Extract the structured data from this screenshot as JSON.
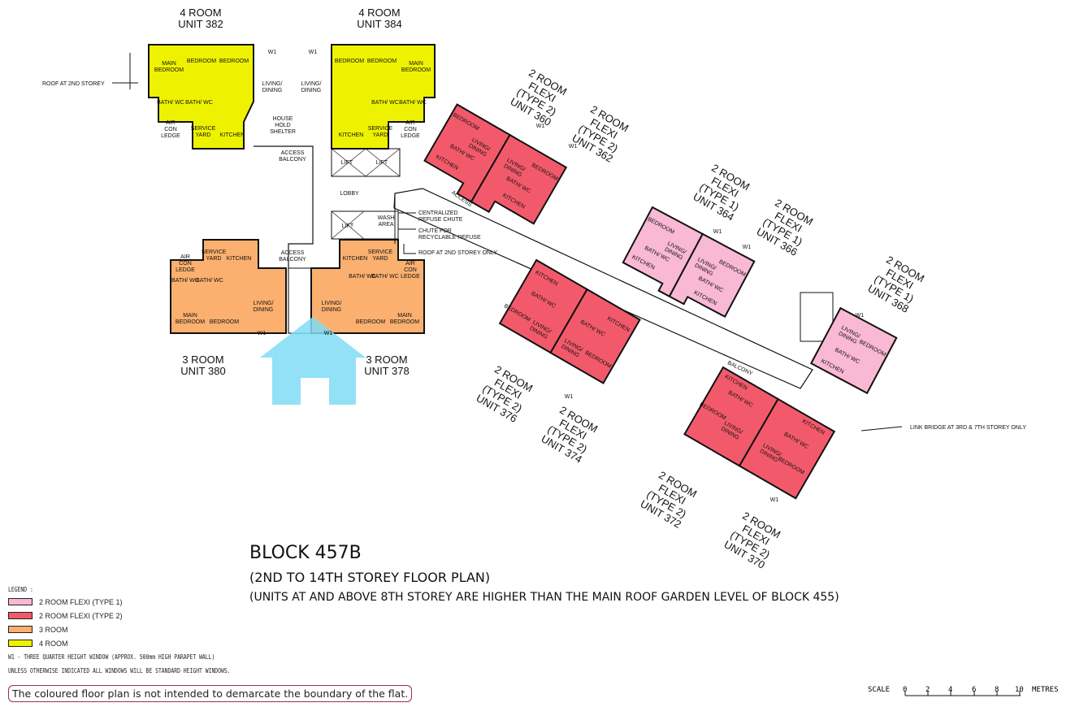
{
  "title": {
    "block": "BLOCK  457B",
    "subtitle": "(2ND TO 14TH STOREY FLOOR PLAN)",
    "remark": "(UNITS AT AND ABOVE 8TH STOREY ARE HIGHER THAN THE MAIN ROOF GARDEN LEVEL OF BLOCK 455)"
  },
  "colors": {
    "flexi1": "#f9b8d3",
    "flexi2": "#f25a6b",
    "room3": "#fbb06f",
    "room4": "#eef200"
  },
  "units": [
    {
      "id": "382",
      "lines": [
        "4 ROOM",
        "UNIT 382"
      ],
      "rooms": [
        "MAIN BEDROOM",
        "BEDROOM",
        "BEDROOM",
        "BATH/ WC",
        "BATH/ WC",
        "SERVICE YARD",
        "KITCHEN",
        "AIR CON LEDGE"
      ]
    },
    {
      "id": "384",
      "lines": [
        "4 ROOM",
        "UNIT 384"
      ],
      "rooms": [
        "BEDROOM",
        "BEDROOM",
        "MAIN BEDROOM",
        "BATH/ WC",
        "BATH/ WC",
        "SERVICE YARD",
        "KITCHEN",
        "AIR CON LEDGE"
      ]
    },
    {
      "id": "380",
      "lines": [
        "3 ROOM",
        "UNIT 380"
      ],
      "rooms": [
        "KITCHEN",
        "SERVICE YARD",
        "BATH/ WC",
        "BATH/ WC",
        "LIVING/ DINING",
        "MAIN BEDROOM",
        "BEDROOM",
        "AIR CON LEDGE"
      ]
    },
    {
      "id": "378",
      "lines": [
        "3 ROOM",
        "UNIT 378"
      ],
      "rooms": [
        "KITCHEN",
        "SERVICE YARD",
        "BATH/ WC",
        "BATH/ WC",
        "LIVING/ DINING",
        "BEDROOM",
        "MAIN BEDROOM",
        "AIR CON LEDGE"
      ]
    },
    {
      "id": "360",
      "lines": [
        "2 ROOM",
        "FLEXI",
        "(TYPE 2)",
        "UNIT 360"
      ],
      "rooms": [
        "BEDROOM",
        "LIVING/ DINING",
        "BATH/ WC",
        "KITCHEN"
      ]
    },
    {
      "id": "362",
      "lines": [
        "2 ROOM",
        "FLEXI",
        "(TYPE 2)",
        "UNIT 362"
      ],
      "rooms": [
        "LIVING/ DINING",
        "BEDROOM",
        "BATH/ WC",
        "KITCHEN"
      ]
    },
    {
      "id": "364",
      "lines": [
        "2 ROOM",
        "FLEXI",
        "(TYPE 1)",
        "UNIT 364"
      ],
      "rooms": [
        "BEDROOM",
        "LIVING/ DINING",
        "BATH/ WC",
        "KITCHEN"
      ]
    },
    {
      "id": "366",
      "lines": [
        "2 ROOM",
        "FLEXI",
        "(TYPE 1)",
        "UNIT 366"
      ],
      "rooms": [
        "LIVING/ DINING",
        "BEDROOM",
        "BATH/ WC",
        "KITCHEN"
      ]
    },
    {
      "id": "368",
      "lines": [
        "2 ROOM",
        "FLEXI",
        "(TYPE 1)",
        "UNIT 368"
      ],
      "rooms": [
        "LIVING/ DINING",
        "BEDROOM",
        "BATH/ WC",
        "KITCHEN"
      ]
    },
    {
      "id": "376",
      "lines": [
        "2 ROOM",
        "FLEXI",
        "(TYPE 2)",
        "UNIT 376"
      ],
      "rooms": [
        "KITCHEN",
        "BATH/ WC",
        "BEDROOM",
        "LIVING/ DINING"
      ]
    },
    {
      "id": "374",
      "lines": [
        "2 ROOM",
        "FLEXI",
        "(TYPE 2)",
        "UNIT 374"
      ],
      "rooms": [
        "KITCHEN",
        "BATH/ WC",
        "BEDROOM",
        "LIVING/ DINING"
      ]
    },
    {
      "id": "372",
      "lines": [
        "2 ROOM",
        "FLEXI",
        "(TYPE 2)",
        "UNIT 372"
      ],
      "rooms": [
        "BATH/ WC",
        "BEDROOM",
        "LIVING/ DINING",
        "KITCHEN"
      ]
    },
    {
      "id": "370",
      "lines": [
        "2 ROOM",
        "FLEXI",
        "(TYPE 2)",
        "UNIT 370"
      ],
      "rooms": [
        "LIVING/ DINING",
        "BEDROOM",
        "BATH/ WC",
        "KITCHEN"
      ]
    }
  ],
  "common": {
    "living_left": "LIVING/ DINING",
    "living_right": "LIVING/ DINING",
    "access_balcony_top": "ACCESS BALCONY",
    "access_balcony_mid": "ACCESS BALCONY",
    "lift": "LIFT",
    "lobby": "LOBBY",
    "wash_area": "WASH AREA",
    "access": "ACCESS",
    "balcony": "BALCONY",
    "household_shelter": "HOUSE HOLD SHELTER",
    "w1": "W1"
  },
  "callouts": {
    "roof_2nd_left": "ROOF AT 2ND STOREY",
    "refuse_chute": "CENTRALIZED REFUSE CHUTE",
    "recycle_chute": "CHUTE FOR RECYCLABLE REFUSE",
    "roof_2nd_only": "ROOF AT 2ND STOREY ONLY",
    "link_bridge": "LINK BRIDGE AT 3RD & 7TH STOREY ONLY"
  },
  "legend": {
    "heading": "LEGEND :",
    "items": [
      {
        "label": "2 ROOM FLEXI (TYPE 1)",
        "color": "#f9b8d3"
      },
      {
        "label": "2 ROOM FLEXI (TYPE 2)",
        "color": "#f25a6b"
      },
      {
        "label": "3 ROOM",
        "color": "#fbb06f"
      },
      {
        "label": "4 ROOM",
        "color": "#eef200"
      }
    ],
    "w1_note": "W1 - THREE QUARTER HEIGHT WINDOW (APPROX. 500mm HIGH PARAPET WALL)",
    "window_note": "UNLESS OTHERWISE INDICATED ALL WINDOWS WILL BE STANDARD HEIGHT WINDOWS."
  },
  "disclaimer": "The coloured floor plan is not intended to demarcate the boundary of the flat.",
  "scale": {
    "label": "SCALE",
    "ticks": [
      "0",
      "2",
      "4",
      "6",
      "8",
      "10"
    ],
    "unit": "METRES"
  }
}
